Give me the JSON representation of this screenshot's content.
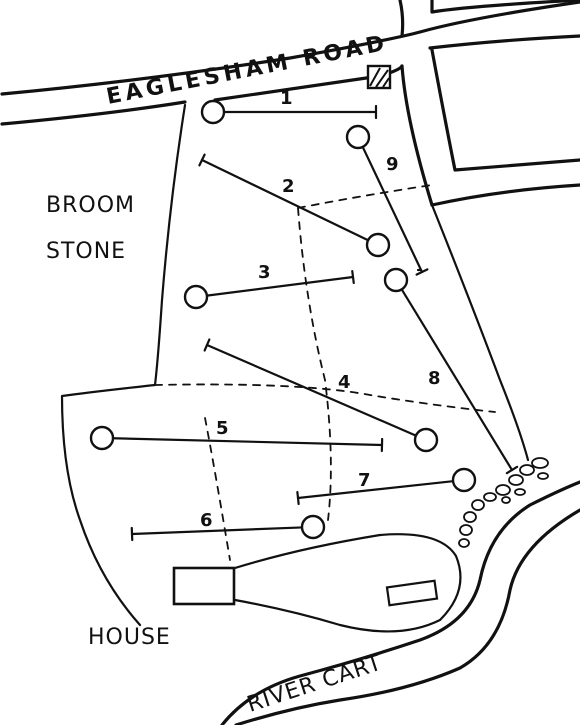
{
  "roads": {
    "eaglesham_road": "EAGLESHAM ROAD",
    "river": "RIVER CART"
  },
  "areas": {
    "broom_line1": "BROOM",
    "broom_line2": "STONE",
    "house": "HOUSE"
  },
  "holes": [
    {
      "number": "1"
    },
    {
      "number": "2"
    },
    {
      "number": "3"
    },
    {
      "number": "4"
    },
    {
      "number": "5"
    },
    {
      "number": "6"
    },
    {
      "number": "7"
    },
    {
      "number": "8"
    },
    {
      "number": "9"
    }
  ],
  "colors": {
    "ink": "#111111",
    "paper": "#ffffff"
  }
}
